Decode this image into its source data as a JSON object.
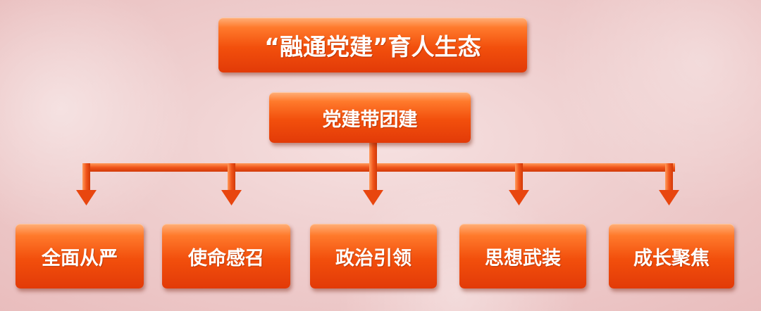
{
  "diagram": {
    "title": "“融通党建”育人生态",
    "center": "党建带团建",
    "branches": [
      "全面从严",
      "使命感召",
      "政治引领",
      "思想武装",
      "成长聚焦"
    ]
  },
  "colors": {
    "box_top": "#ff7a2c",
    "box_bottom": "#e23a08",
    "connector": "#f0541a",
    "text": "#ffffff"
  }
}
